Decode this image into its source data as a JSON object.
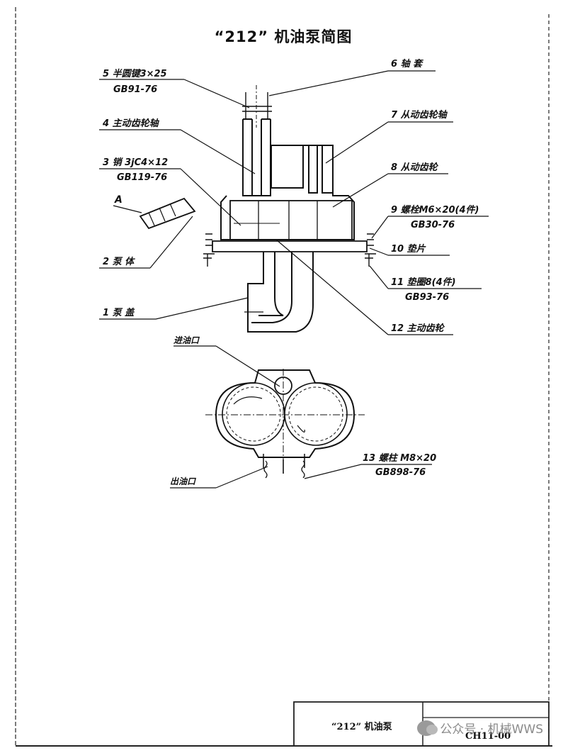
{
  "drawing": {
    "title": "“212” 机油泵简图",
    "section_label": "A"
  },
  "callouts": {
    "p5": {
      "line1": "5 半圆键3×25",
      "line2": "GB91-76"
    },
    "p6": {
      "line1": "6 轴 套"
    },
    "p4": {
      "line1": "4 主动齿轮轴"
    },
    "p7": {
      "line1": "7 从动齿轮轴"
    },
    "p3": {
      "line1": "3 销 3jC4×12",
      "line2": "GB119-76"
    },
    "p8": {
      "line1": "8 从动齿轮"
    },
    "p9": {
      "line1": "9 螺栓M6×20(4件)",
      "line2": "GB30-76"
    },
    "p2": {
      "line1": "2 泵 体"
    },
    "p10": {
      "line1": "10 垫片"
    },
    "p11": {
      "line1": "11 垫圈8(4件)",
      "line2": "GB93-76"
    },
    "p1": {
      "line1": "1 泵 盖"
    },
    "p12": {
      "line1": "12 主动齿轮"
    },
    "inlet": {
      "line1": "进油口"
    },
    "p13": {
      "line1": "13 螺柱 M8×20",
      "line2": "GB898-76"
    },
    "outlet": {
      "line1": "出油口"
    }
  },
  "title_block": {
    "name": "“212” 机油泵",
    "code": "CH11-00"
  },
  "watermark": {
    "text": "公众号 · 机械WWS"
  }
}
